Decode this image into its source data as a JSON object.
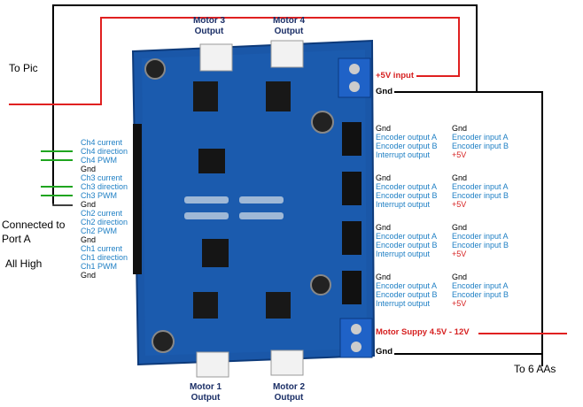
{
  "left": {
    "to_pic": "To Pic",
    "connected_to": "Connected to",
    "port_a": "Port A",
    "all_high": "All High",
    "pins": [
      {
        "text": "Ch4 current",
        "kind": "sig"
      },
      {
        "text": "Ch4 direction",
        "kind": "sig"
      },
      {
        "text": "Ch4 PWM",
        "kind": "sig"
      },
      {
        "text": "Gnd",
        "kind": "gnd"
      },
      {
        "text": "Ch3 current",
        "kind": "sig"
      },
      {
        "text": "Ch3 direction",
        "kind": "sig"
      },
      {
        "text": "Ch3 PWM",
        "kind": "sig"
      },
      {
        "text": "Gnd",
        "kind": "gnd"
      },
      {
        "text": "Ch2 current",
        "kind": "sig"
      },
      {
        "text": "Ch2 direction",
        "kind": "sig"
      },
      {
        "text": "Ch2 PWM",
        "kind": "sig"
      },
      {
        "text": "Gnd",
        "kind": "gnd"
      },
      {
        "text": "Ch1 current",
        "kind": "sig"
      },
      {
        "text": "Ch1 direction",
        "kind": "sig"
      },
      {
        "text": "Ch1 PWM",
        "kind": "sig"
      },
      {
        "text": "Gnd",
        "kind": "gnd"
      }
    ]
  },
  "motors": {
    "m3": [
      "Motor 3",
      "Output"
    ],
    "m4": [
      "Motor 4",
      "Output"
    ],
    "m1": [
      "Motor 1",
      "Output"
    ],
    "m2": [
      "Motor 2",
      "Output"
    ]
  },
  "power": {
    "in5v": "+5V input",
    "gnd_top": "Gnd",
    "supply": "Motor Suppy 4.5V - 12V",
    "gnd_bottom": "Gnd",
    "to_aas": "To 6 AAs"
  },
  "encoder_rows": [
    "Gnd",
    "Encoder output A",
    "Encoder output B",
    "Interrupt output"
  ],
  "encoder_rows_right": [
    "Gnd",
    "Encoder input A",
    "Encoder input B",
    "+5V"
  ],
  "colors": {
    "pcb": "#1a57a8",
    "red_wire": "#e02020",
    "signal": "#1e7fc4",
    "green_wire": "#1fa51f"
  }
}
